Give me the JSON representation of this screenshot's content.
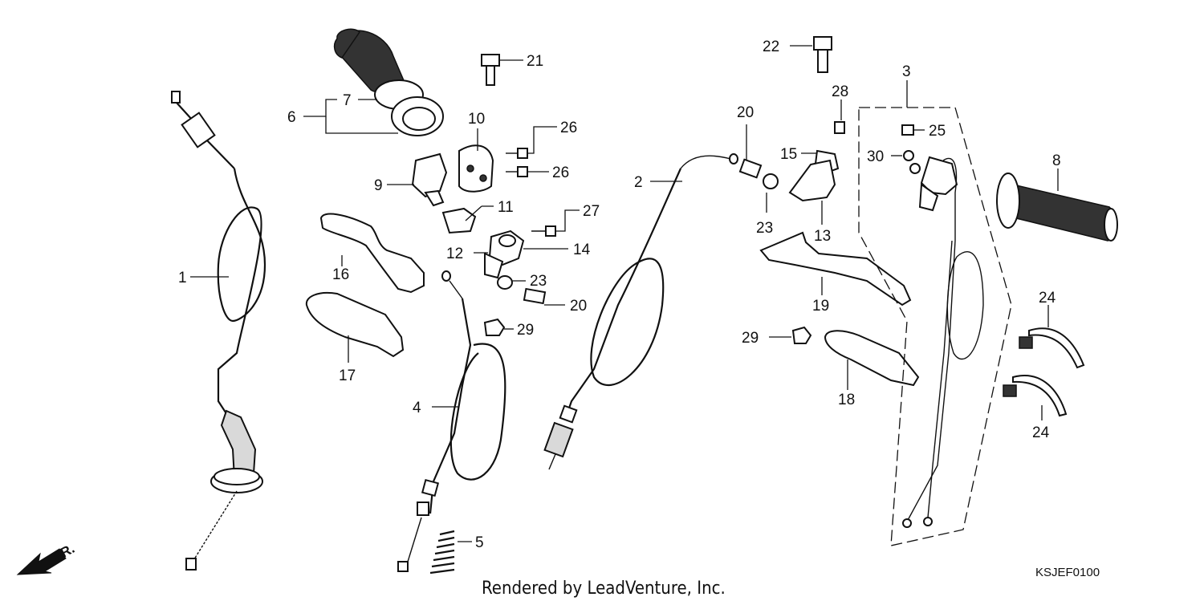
{
  "labels": {
    "p1": "1",
    "p2": "2",
    "p3": "3",
    "p4": "4",
    "p5": "5",
    "p6": "6",
    "p7": "7",
    "p8": "8",
    "p9": "9",
    "p10": "10",
    "p11": "11",
    "p12": "12",
    "p13": "13",
    "p14": "14",
    "p15": "15",
    "p16": "16",
    "p17": "17",
    "p18": "18",
    "p19": "19",
    "p20a": "20",
    "p20b": "20",
    "p21": "21",
    "p22": "22",
    "p23a": "23",
    "p23b": "23",
    "p24a": "24",
    "p24b": "24",
    "p25": "25",
    "p26a": "26",
    "p26b": "26",
    "p27": "27",
    "p28": "28",
    "p29a": "29",
    "p29b": "29",
    "p30": "30"
  },
  "direction_label": "FR.",
  "footer_text": "Rendered by LeadVenture, Inc.",
  "diagram_code": "KSJEF0100"
}
